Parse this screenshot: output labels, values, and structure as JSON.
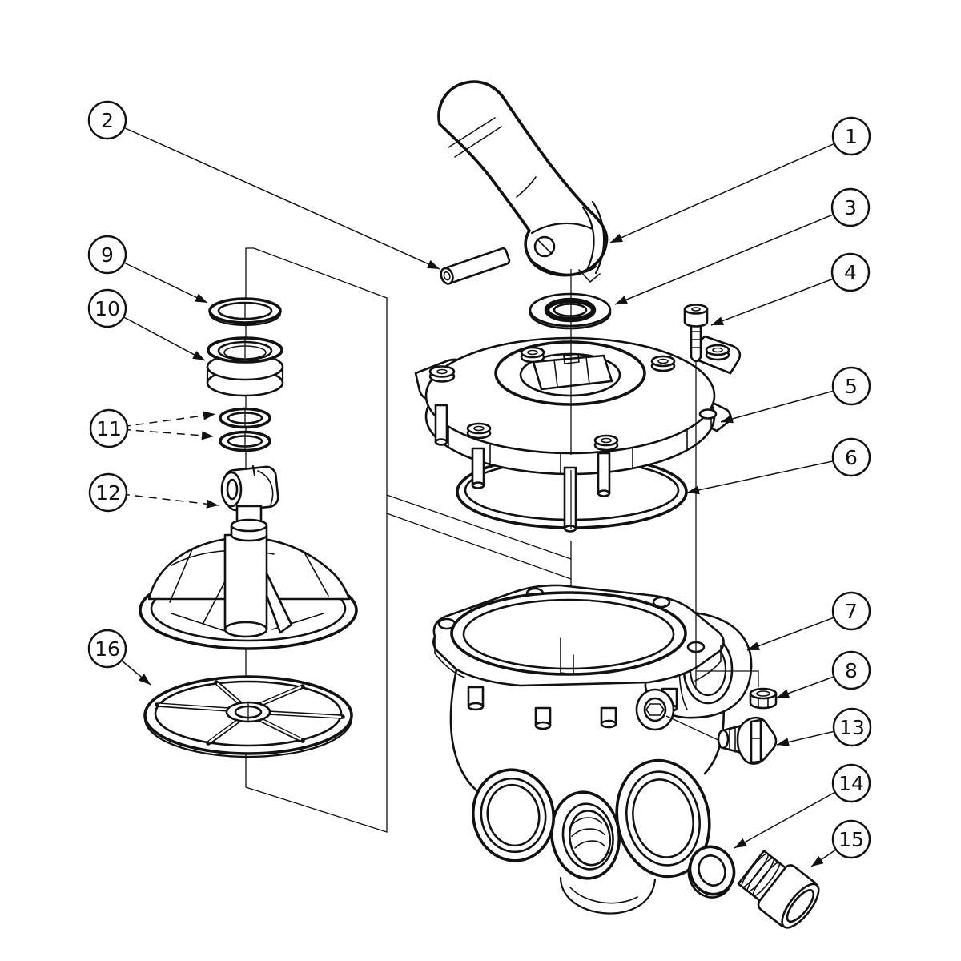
{
  "diagram_type": "exploded-parts-view",
  "colors": {
    "background": "#ffffff",
    "line": "#111111"
  },
  "callouts": [
    {
      "id": 1,
      "label": "1",
      "part": "handle"
    },
    {
      "id": 2,
      "label": "2",
      "part": "handle-pin"
    },
    {
      "id": 3,
      "label": "3",
      "part": "top-washer"
    },
    {
      "id": 4,
      "label": "4",
      "part": "cover-screw"
    },
    {
      "id": 5,
      "label": "5",
      "part": "valve-cover"
    },
    {
      "id": 6,
      "label": "6",
      "part": "cover-o-ring"
    },
    {
      "id": 7,
      "label": "7",
      "part": "valve-body"
    },
    {
      "id": 8,
      "label": "8",
      "part": "hex-nut"
    },
    {
      "id": 9,
      "label": "9",
      "part": "o-ring"
    },
    {
      "id": 10,
      "label": "10",
      "part": "shaft-seal"
    },
    {
      "id": 11,
      "label": "11",
      "part": "small-o-rings"
    },
    {
      "id": 12,
      "label": "12",
      "part": "rotor-key"
    },
    {
      "id": 13,
      "label": "13",
      "part": "drain-plug"
    },
    {
      "id": 14,
      "label": "14",
      "part": "nipple-o-ring"
    },
    {
      "id": 15,
      "label": "15",
      "part": "connector-nipple"
    },
    {
      "id": 16,
      "label": "16",
      "part": "spider-gasket"
    }
  ]
}
